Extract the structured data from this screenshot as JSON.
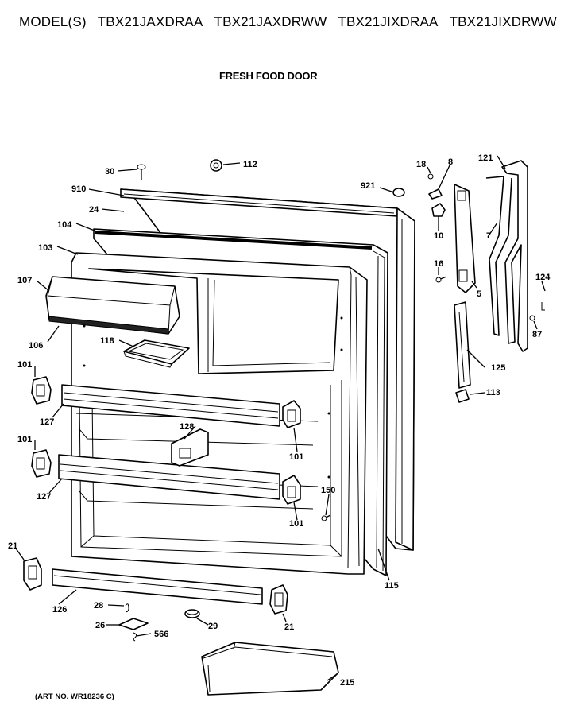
{
  "header": {
    "model_prefix": "MODEL(S)",
    "models": [
      "TBX21JAXDRAA",
      "TBX21JAXDRWW",
      "TBX21JIXDRAA",
      "TBX21JIXDRWW"
    ],
    "section_title": "FRESH FOOD DOOR",
    "art_no": "(ART NO. WR18236 C)"
  },
  "callouts": {
    "p30": "30",
    "p112": "112",
    "p910": "910",
    "p24": "24",
    "p104": "104",
    "p103": "103",
    "p107": "107",
    "p106": "106",
    "p118": "118",
    "p101a": "101",
    "p101b": "101",
    "p101c": "101",
    "p101d": "101",
    "p127a": "127",
    "p127b": "127",
    "p128": "128",
    "p150": "150",
    "p21a": "21",
    "p21b": "21",
    "p126": "126",
    "p28": "28",
    "p26": "26",
    "p566": "566",
    "p29": "29",
    "p215": "215",
    "p115": "115",
    "p921": "921",
    "p18": "18",
    "p8": "8",
    "p10": "10",
    "p16": "16",
    "p5": "5",
    "p121": "121",
    "p7": "7",
    "p124": "124",
    "p87": "87",
    "p125": "125",
    "p113": "113"
  }
}
